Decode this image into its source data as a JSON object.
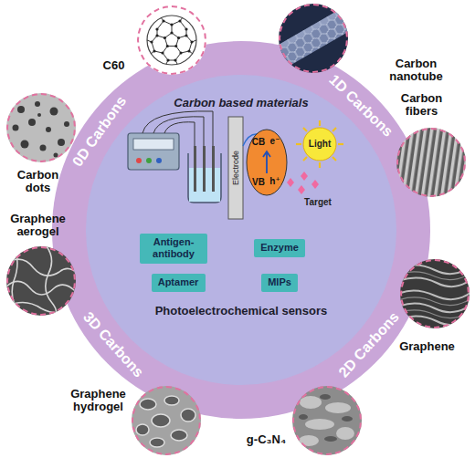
{
  "diagram": {
    "nodes": [
      {
        "text": [
          "Carbon based materials",
          "Photoelectrochemical sensors"
        ]
      },
      {
        "text": [
          "Antigen-antibody"
        ],
        "in": 0
      },
      {
        "text": [
          "Enzyme"
        ],
        "in": 0
      },
      {
        "text": [
          "Aptamer"
        ],
        "in": 0
      },
      {
        "text": [
          "MIPs"
        ],
        "in": 0
      },
      {
        "text": [
          "C60"
        ]
      },
      {
        "text": [
          "Carbon nanotube"
        ]
      },
      {
        "text": [
          "Carbon fibers"
        ]
      },
      {
        "text": [
          "Graphene"
        ]
      },
      {
        "text": [
          "g-C₃N₄"
        ]
      },
      {
        "text": [
          "Graphene hydrogel"
        ]
      },
      {
        "text": [
          "Graphene aerogel"
        ]
      },
      {
        "text": [
          "Carbon dots"
        ]
      }
    ],
    "labels": [
      "0D Carbons",
      "1D Carbons",
      "2D Carbons",
      "3D Carbons",
      "Electrode",
      "CB",
      "e⁻",
      "VB",
      "h⁺",
      "Light",
      "Target"
    ]
  }
}
